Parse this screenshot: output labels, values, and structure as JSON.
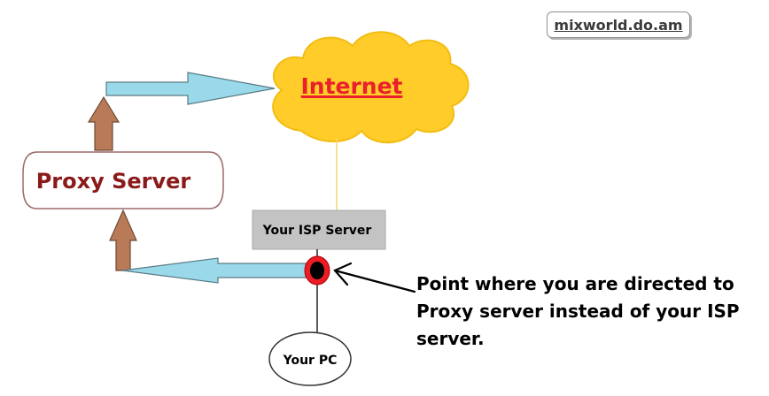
{
  "watermark": "mixworld.do.am",
  "nodes": {
    "internet": "Internet",
    "proxy_server": "Proxy Server",
    "isp_server": "Your ISP Server",
    "your_pc": "Your PC"
  },
  "annotation": "Point where you are directed to Proxy server instead of your ISP server.",
  "colors": {
    "cloud_fill": "#ffcc2a",
    "internet_text": "#e8212b",
    "proxy_text": "#8b1a1a",
    "arrow_fill": "#99d9ea",
    "up_arrow_fill": "#b97a57",
    "isp_box_fill": "#c3c3c3",
    "junction_fill": "#ed1c24",
    "connector_line": "#f5d76e"
  }
}
